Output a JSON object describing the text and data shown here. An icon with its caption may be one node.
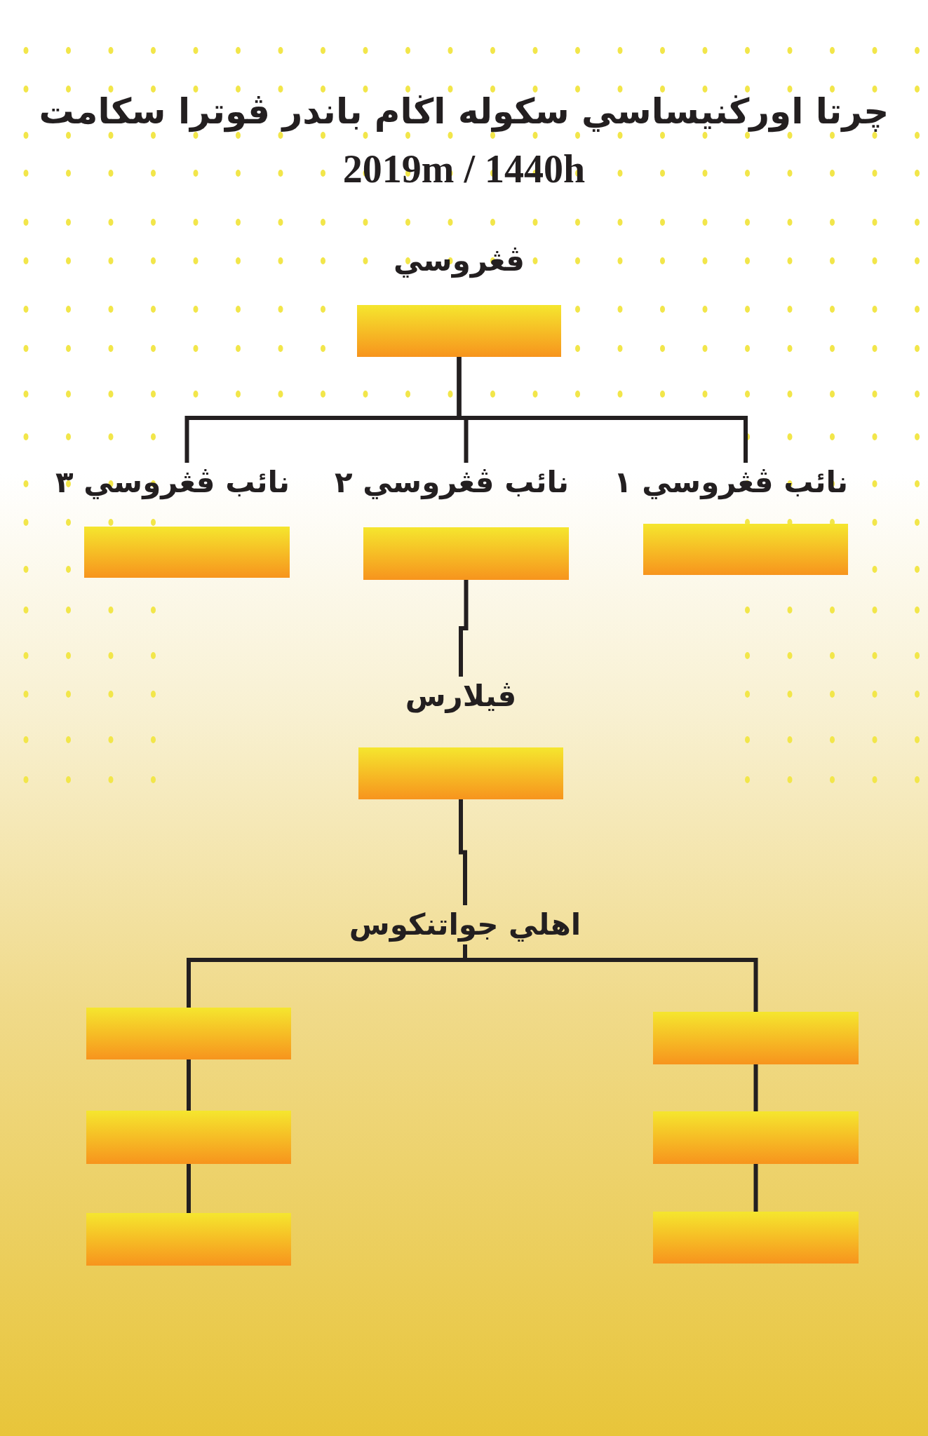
{
  "diagram": {
    "title": "چرتا اورڬنيساسي سکوله اڬام باندر ڤوترا سکامت",
    "nodes": [
      {
        "text": [
          "ڤڠروسي"
        ]
      },
      {
        "text": [
          "نائب ڤڠروسي ١"
        ]
      },
      {
        "text": [
          "نائب ڤڠروسي ٢"
        ]
      },
      {
        "text": [
          "نائب ڤڠروسي ٣"
        ]
      },
      {
        "text": [
          "ڤيلارس"
        ]
      },
      {
        "text": [
          "اهلي جواتنکوس"
        ]
      },
      {
        "text": [],
        "shape": "box"
      },
      {
        "text": [],
        "shape": "box"
      },
      {
        "text": [],
        "shape": "box"
      },
      {
        "text": [],
        "shape": "box"
      },
      {
        "text": [],
        "shape": "box"
      },
      {
        "text": [],
        "shape": "box"
      }
    ],
    "edges": [
      {
        "from": 0,
        "to": 1,
        "arrow": "none"
      },
      {
        "from": 0,
        "to": 2,
        "arrow": "none"
      },
      {
        "from": 0,
        "to": 3,
        "arrow": "none"
      },
      {
        "from": 2,
        "to": 4,
        "arrow": "none"
      },
      {
        "from": 4,
        "to": 5,
        "arrow": "none"
      },
      {
        "from": 5,
        "to": 6,
        "arrow": "none"
      },
      {
        "from": 5,
        "to": 9,
        "arrow": "none"
      },
      {
        "from": 6,
        "to": 7,
        "arrow": "none"
      },
      {
        "from": 7,
        "to": 8,
        "arrow": "none"
      },
      {
        "from": 9,
        "to": 10,
        "arrow": "none"
      },
      {
        "from": 10,
        "to": 11,
        "arrow": "none"
      }
    ],
    "labels": [
      "2019m / 1440h"
    ]
  }
}
